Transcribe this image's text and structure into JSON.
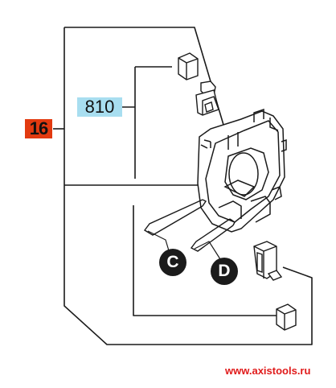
{
  "labels": {
    "assembly_number": "16",
    "part_number": "810"
  },
  "callouts": [
    {
      "letter": "C"
    },
    {
      "letter": "D"
    }
  ],
  "watermark": "www.axistools.ru",
  "colors": {
    "assembly_badge": "#e23a10",
    "part_badge": "#a8def0",
    "callout": "#1b1b1b",
    "watermark": "#e01a1a",
    "line": "#1a1a1a"
  }
}
